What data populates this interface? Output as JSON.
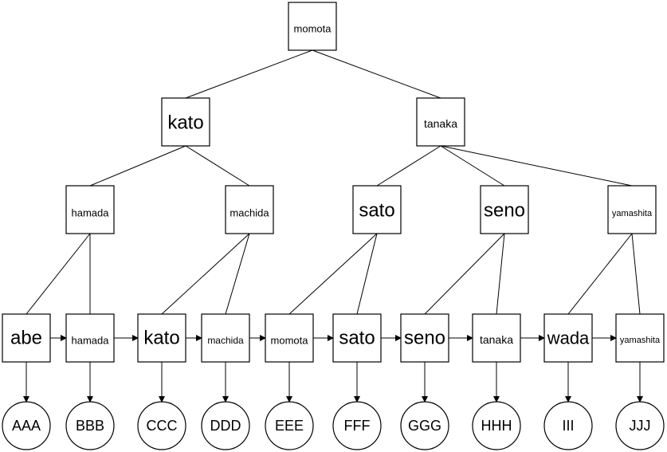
{
  "root": {
    "label": "momota"
  },
  "level1": [
    {
      "label": "kato"
    },
    {
      "label": "tanaka"
    }
  ],
  "level2": [
    {
      "label": "hamada"
    },
    {
      "label": "machida"
    },
    {
      "label": "sato"
    },
    {
      "label": "seno"
    },
    {
      "label": "yamashita"
    }
  ],
  "leaves": [
    {
      "key": "abe",
      "value": "AAA"
    },
    {
      "key": "hamada",
      "value": "BBB"
    },
    {
      "key": "kato",
      "value": "CCC"
    },
    {
      "key": "machida",
      "value": "DDD"
    },
    {
      "key": "momota",
      "value": "EEE"
    },
    {
      "key": "sato",
      "value": "FFF"
    },
    {
      "key": "seno",
      "value": "GGG"
    },
    {
      "key": "tanaka",
      "value": "HHH"
    },
    {
      "key": "wada",
      "value": "III"
    },
    {
      "key": "yamashita",
      "value": "JJJ"
    }
  ]
}
